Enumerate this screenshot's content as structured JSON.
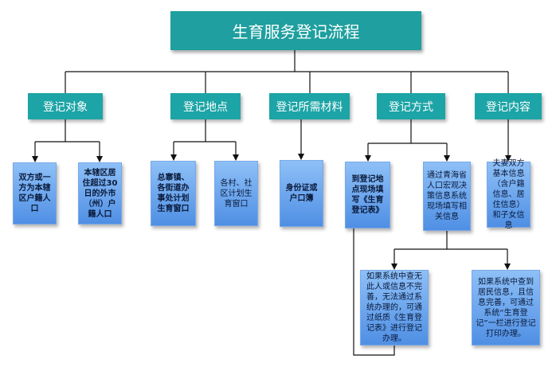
{
  "title": "生育服务登记流程",
  "categories": [
    {
      "label": "登记对象"
    },
    {
      "label": "登记地点"
    },
    {
      "label": "登记所需材料"
    },
    {
      "label": "登记方式"
    },
    {
      "label": "登记内容"
    }
  ],
  "leaves": {
    "obj_1": "双方或一方为本辖区户籍人口",
    "obj_2": "本辖区居住超过30日的外市（州）户籍人口",
    "loc_1": "总寨镇、各街道办事处计划生育窗口",
    "loc_2": "各村、社区计划生育窗口",
    "mat_1": "身份证或户口簿",
    "way_1": "到登记地点现场填写《生育登记表》",
    "way_2": "通过青海省人口宏观决策信息系统现场填写相关信息",
    "con_1": "夫妻双方基本信息（含户籍信息、居住信息）和子女信息",
    "sys_1": "如果系统中查无此人或信息不完善，无法通过系统办理的，可通过纸质《生育登记表》进行登记办理。",
    "sys_2": "如果系统中查到居民信息，且信息完善，可通过系统“生育登记”一栏进行登记打印办理。"
  }
}
